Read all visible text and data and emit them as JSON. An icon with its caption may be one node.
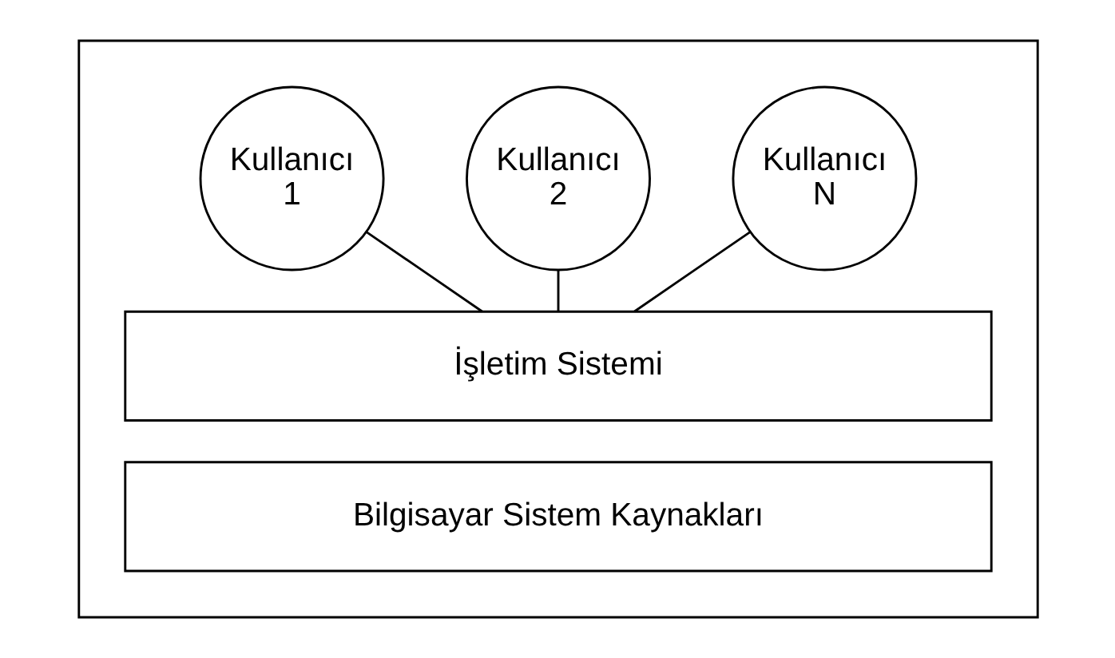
{
  "diagram": {
    "nodes": [
      {
        "text": [],
        "shape": "box"
      },
      {
        "text": [
          "Kullanıcı 1"
        ],
        "in": 0
      },
      {
        "text": [
          "Kullanıcı 2"
        ],
        "in": 0
      },
      {
        "text": [
          "Kullanıcı N"
        ],
        "in": 0
      },
      {
        "text": [
          "İşletim Sistemi"
        ],
        "in": 0
      },
      {
        "text": [
          "Bilgisayar Sistem Kaynakları"
        ],
        "in": 0
      }
    ],
    "edges": [
      {
        "from": 1,
        "to": 4,
        "arrow": "none"
      },
      {
        "from": 2,
        "to": 4,
        "arrow": "none"
      },
      {
        "from": 3,
        "to": 4,
        "arrow": "none"
      }
    ]
  }
}
